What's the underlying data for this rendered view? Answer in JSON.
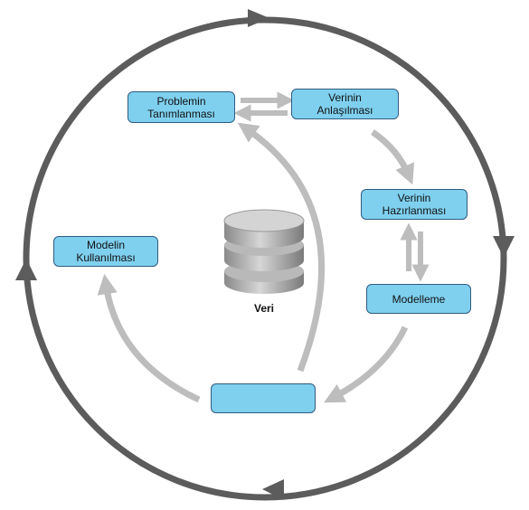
{
  "steps": {
    "problem": {
      "line1": "Problemin",
      "line2": "Tanımlanması"
    },
    "understanding": {
      "line1": "Verinin",
      "line2": "Anlaşılması"
    },
    "preparation": {
      "line1": "Verinin",
      "line2": "Hazırlanması"
    },
    "modeling": {
      "line1": "Modelleme"
    },
    "evaluation": {
      "line1": ""
    },
    "deployment": {
      "line1": "Modelin",
      "line2": "Kullanılması"
    }
  },
  "database": {
    "label": "Veri"
  },
  "colors": {
    "box_fill": "#7fd0ef",
    "box_border": "#2f5b80",
    "outer_cycle": "#5c5c5c",
    "inner_arrow": "#bdbdbd",
    "db_fill": "#9a9a9a"
  }
}
